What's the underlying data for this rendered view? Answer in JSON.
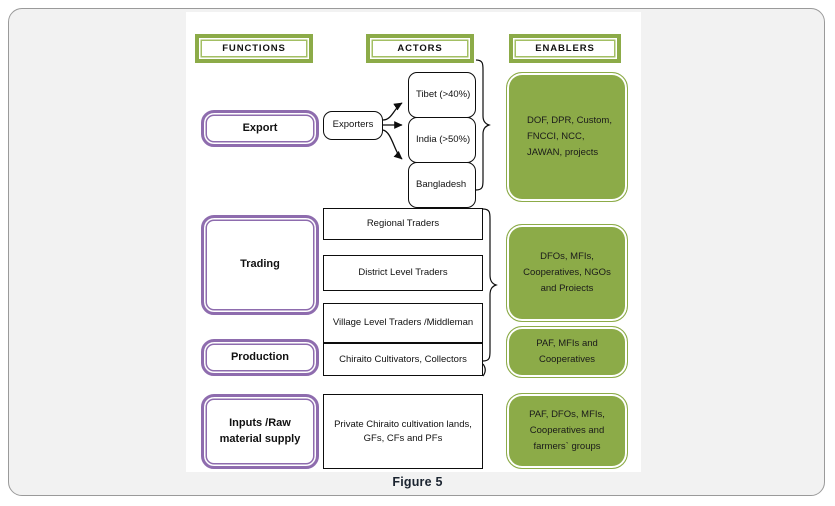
{
  "figure": {
    "caption": "Figure 5"
  },
  "columns": {
    "headers": [
      {
        "label": "FUNCTIONS"
      },
      {
        "label": "ACTORS"
      },
      {
        "label": "ENABLERS"
      }
    ]
  },
  "functions": [
    {
      "label": "Export"
    },
    {
      "label": "Trading"
    },
    {
      "label": "Production"
    },
    {
      "label": "Inputs /Raw material supply"
    }
  ],
  "actors": {
    "exporters": {
      "label": "Exporters"
    },
    "destinations": [
      {
        "label": "Tibet (>40%)"
      },
      {
        "label": "India (>50%)"
      },
      {
        "label": "Bangladesh"
      }
    ],
    "chain": [
      {
        "label": "Regional Traders"
      },
      {
        "label": "District Level Traders"
      },
      {
        "label": "Village Level Traders /Middleman"
      },
      {
        "label": "Chiraito Cultivators, Collectors"
      },
      {
        "label": "Private Chiraito cultivation lands, GFs, CFs and PFs"
      }
    ]
  },
  "enablers": [
    {
      "label": "DOF, DPR, Custom, FNCCI, NCC, JAWAN, projects"
    },
    {
      "label": "DFOs, MFIs, Cooperatives, NGOs and Proiects"
    },
    {
      "label": "PAF, MFIs and Cooperatives"
    },
    {
      "label": "PAF, DFOs, MFIs, Cooperatives and farmers` groups"
    }
  ],
  "colors": {
    "green": "#8cab48",
    "purple": "#8e6cae",
    "panel": "#ffffff",
    "card_bg": "#f2f2f2",
    "caption": "#1b2430"
  }
}
